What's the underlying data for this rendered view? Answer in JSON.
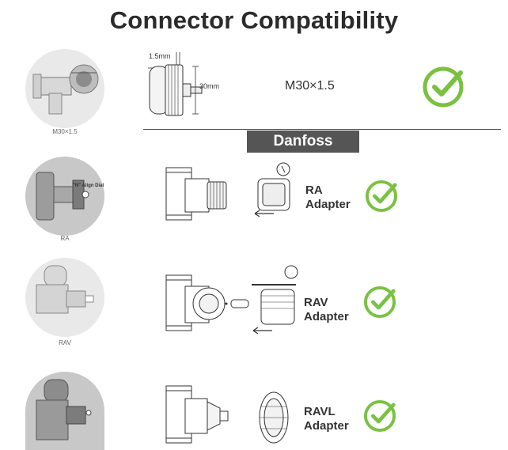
{
  "header": {
    "title": "Connector Compatibility"
  },
  "brand_banner": "Danfoss",
  "top_row": {
    "thumb_caption": "M30×1.5",
    "dim_thread": "1.5mm",
    "dim_diameter": "30mm",
    "spec": "M30×1.5"
  },
  "rows": [
    {
      "thumb_caption": "RA",
      "thumb_note": "\"N\" Align Dial",
      "adapter_line1": "RA",
      "adapter_line2": "Adapter"
    },
    {
      "thumb_caption": "RAV",
      "adapter_line1": "RAV",
      "adapter_line2": "Adapter"
    },
    {
      "thumb_caption": "",
      "adapter_line1": "RAVL",
      "adapter_line2": "Adapter"
    }
  ],
  "colors": {
    "check_green": "#7ac142",
    "banner_bg": "#555555",
    "line": "#444444"
  }
}
